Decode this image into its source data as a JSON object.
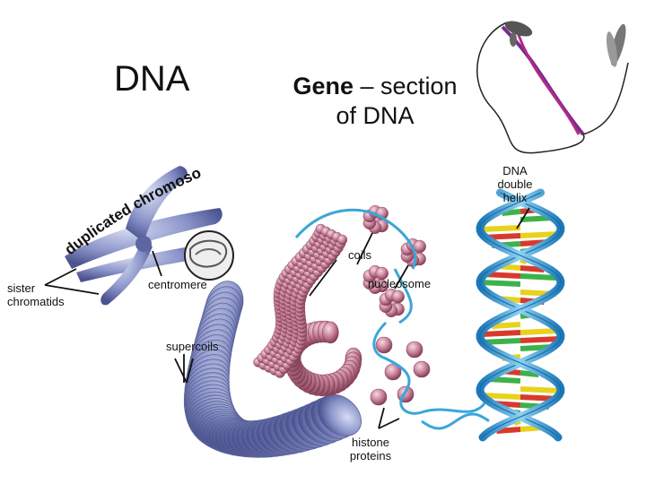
{
  "slide": {
    "title": "DNA",
    "gene_title": {
      "bold": "Gene",
      "rest": " – section",
      "line2": "of DNA"
    },
    "labels": {
      "dna_double_helix": [
        "DNA",
        "double",
        "helix"
      ],
      "duplicated_chromosome": "duplicated chromosome",
      "sister_chromatids": [
        "sister",
        "chromatids"
      ],
      "centromere": "centromere",
      "coils": "coils",
      "nucleosome": "nucleosome",
      "supercoils": "supercoils",
      "histone_proteins": [
        "histone",
        "proteins"
      ]
    },
    "colors": {
      "chromosome": "#6f79ad",
      "supercoil": "#7e88c0",
      "fiber": "#c97f99",
      "histone": "#b26a82",
      "helix_backbone": "#2d9ed6",
      "base_colors": [
        "#e8d21c",
        "#d73a2c",
        "#3db24a",
        "#ffffff"
      ]
    }
  }
}
